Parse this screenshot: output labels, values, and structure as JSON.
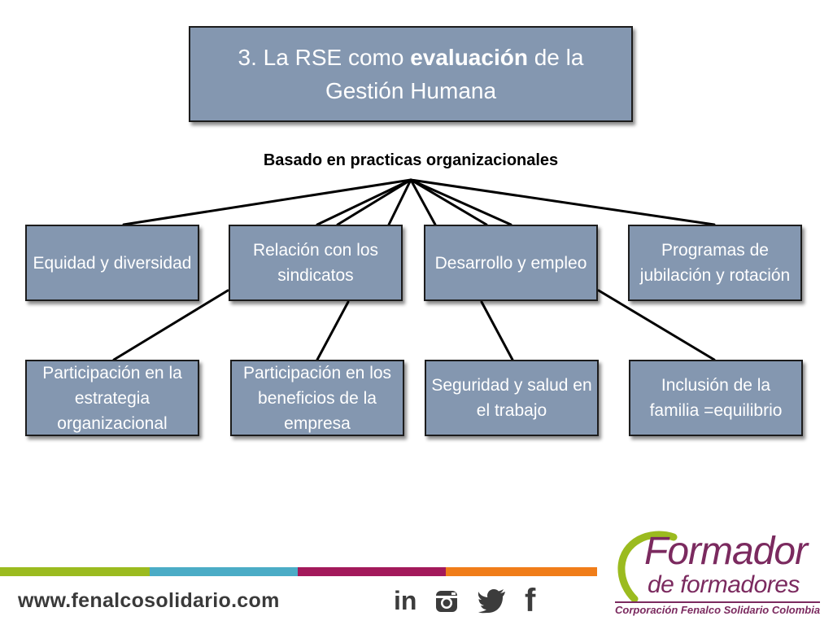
{
  "title": {
    "line1_prefix": "3. La RSE como ",
    "line1_bold": "evaluación",
    "line1_suffix": " de la",
    "line2": "Gestión Humana"
  },
  "subtitle": "Basado en practicas organizacionales",
  "boxes_row1": [
    "Equidad y diversidad",
    "Relación con los sindicatos",
    "Desarrollo y empleo",
    "Programas de jubilación y rotación"
  ],
  "boxes_row2": [
    "Participación en la estrategia organizacional",
    "Participación en los beneficios de la empresa",
    "Seguridad y salud en el trabajo",
    "Inclusión de la familia =equilibrio"
  ],
  "footer": {
    "website": "www.fenalcosolidario.com",
    "social_icons": [
      "linkedin-icon",
      "instagram-icon",
      "twitter-icon",
      "facebook-icon"
    ],
    "stripe_colors": [
      "#9bbb1f",
      "#4bacc6",
      "#a3195b",
      "#f07d19"
    ],
    "logo": {
      "line1": "Formador",
      "line2": "de formadores",
      "line3": "Corporación Fenalco Solidario Colombia"
    }
  },
  "colors": {
    "box_fill": "#8497b0",
    "box_border": "#1c1c1c",
    "box_text": "#ffffff",
    "logo_purple": "#7b2a5f",
    "logo_green": "#9bbb1f"
  }
}
